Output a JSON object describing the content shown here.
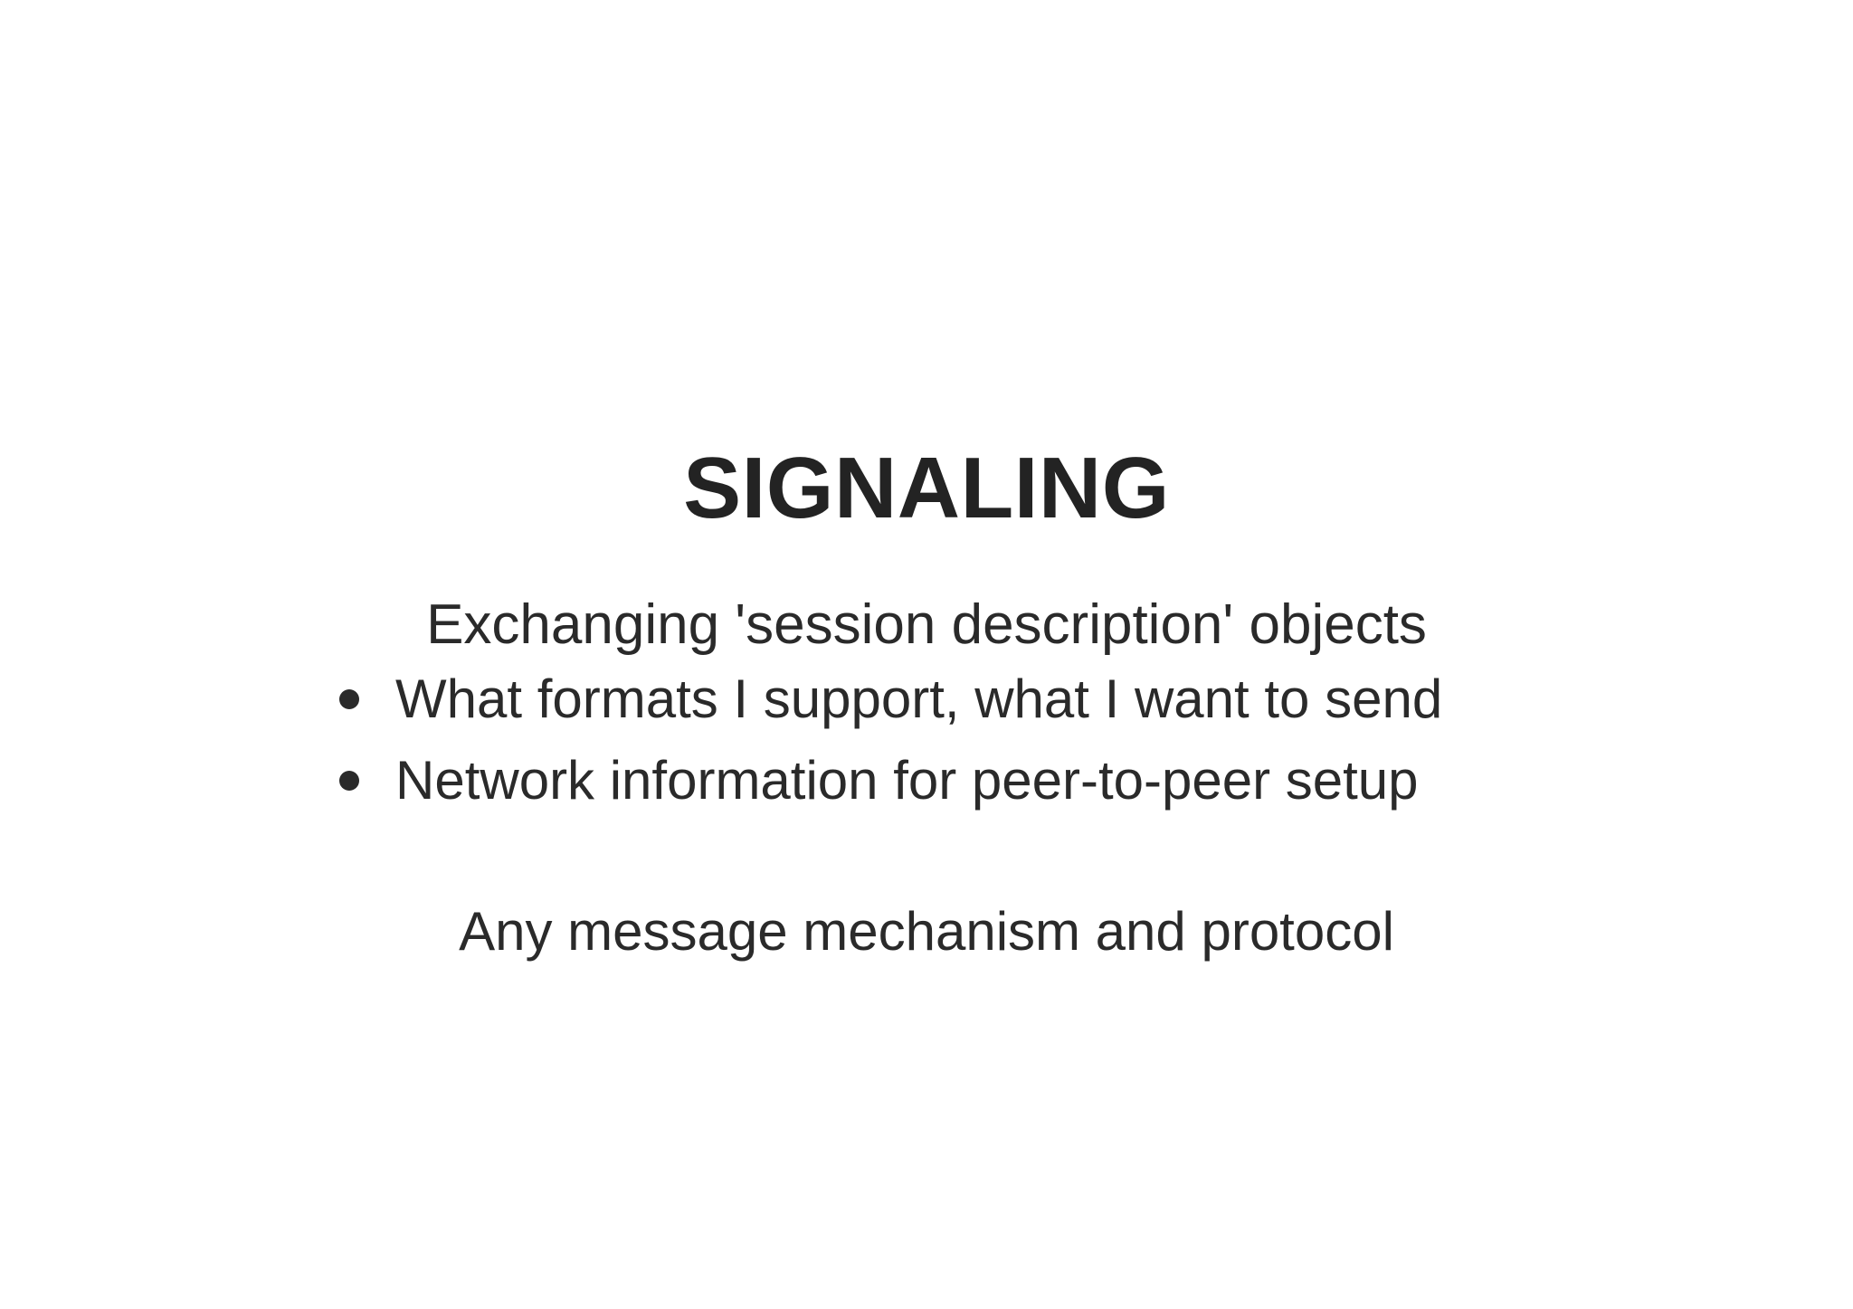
{
  "slide": {
    "background_color": "#ffffff",
    "text_color": "#242424",
    "title": "SIGNALING",
    "subtitle": "Exchanging 'session description' objects",
    "bullets": [
      {
        "marker": "bullet-dot",
        "text": "What formats I support, what I want to send"
      },
      {
        "marker": "bullet-dot",
        "text": "Network information for peer-to-peer setup"
      }
    ],
    "footnote": "Any message mechanism and protocol"
  }
}
